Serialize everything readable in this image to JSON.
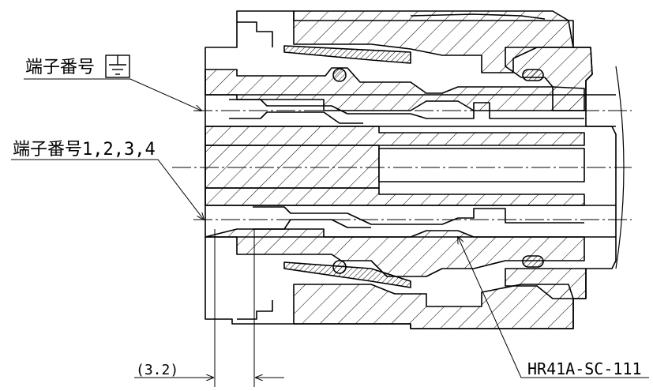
{
  "labels": {
    "ground_terminal": "端子番号",
    "signal_terminals": "端子番号1,2,3,4",
    "dimension": "(3.2)",
    "part_number": "HR41A-SC-111"
  },
  "icons": {
    "ground": "ground-symbol-icon"
  }
}
